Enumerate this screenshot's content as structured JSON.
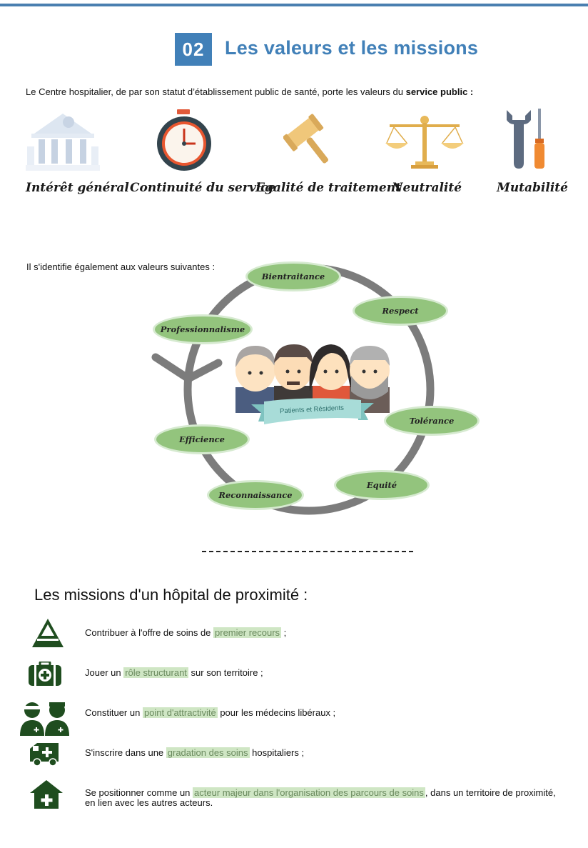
{
  "section": {
    "number": "02",
    "title": "Les valeurs et les missions"
  },
  "intro": {
    "text": "Le Centre hospitalier, de par son statut d’établissement public de santé, porte les valeurs du ",
    "bold": "service public :"
  },
  "public_values": [
    {
      "label": "Intérêt général",
      "icon": "building-icon"
    },
    {
      "label": "Continuité du service",
      "icon": "stopwatch-icon"
    },
    {
      "label": "Egalité de traitement",
      "icon": "gavel-icon"
    },
    {
      "label": "Neutralité",
      "icon": "scales-icon"
    },
    {
      "label": "Mutabilité",
      "icon": "tools-icon"
    }
  ],
  "intro2": "Il s'identifie également aux valeurs suivantes :",
  "circle": {
    "center_banner": "Patients et Résidents",
    "values": [
      "Bientraitance",
      "Respect",
      "Professionnalisme",
      "Tolérance",
      "Efficience",
      "Equité",
      "Reconnaissance"
    ]
  },
  "missions": {
    "title": "Les missions d'un hôpital de proximité :",
    "items": [
      {
        "pre": "Contribuer à l'offre de soins de ",
        "hl": "premier recours",
        "post": " ;",
        "icon": "pyramid-icon"
      },
      {
        "pre": "Jouer un ",
        "hl": "rôle structurant",
        "post": " sur son territoire ;",
        "icon": "medical-bag-icon"
      },
      {
        "pre": "Constituer un ",
        "hl": "point d'attractivité",
        "post": " pour les médecins libéraux ;",
        "icon": "doctors-icon"
      },
      {
        "pre": "S'inscrire dans une ",
        "hl": "gradation des soins",
        "post": " hospitaliers ;",
        "icon": "ambulance-icon"
      },
      {
        "pre": "Se positionner comme un ",
        "hl": "acteur majeur dans l'organisation des parcours de soins",
        "post": ", dans un territoire de proximité, en lien avec les autres acteurs.",
        "icon": "hospital-house-icon"
      }
    ]
  },
  "colors": {
    "accent": "#4180b8",
    "green": "#93c47d",
    "dark_green": "#1f4d1f",
    "highlight": "#cfe6c4"
  }
}
